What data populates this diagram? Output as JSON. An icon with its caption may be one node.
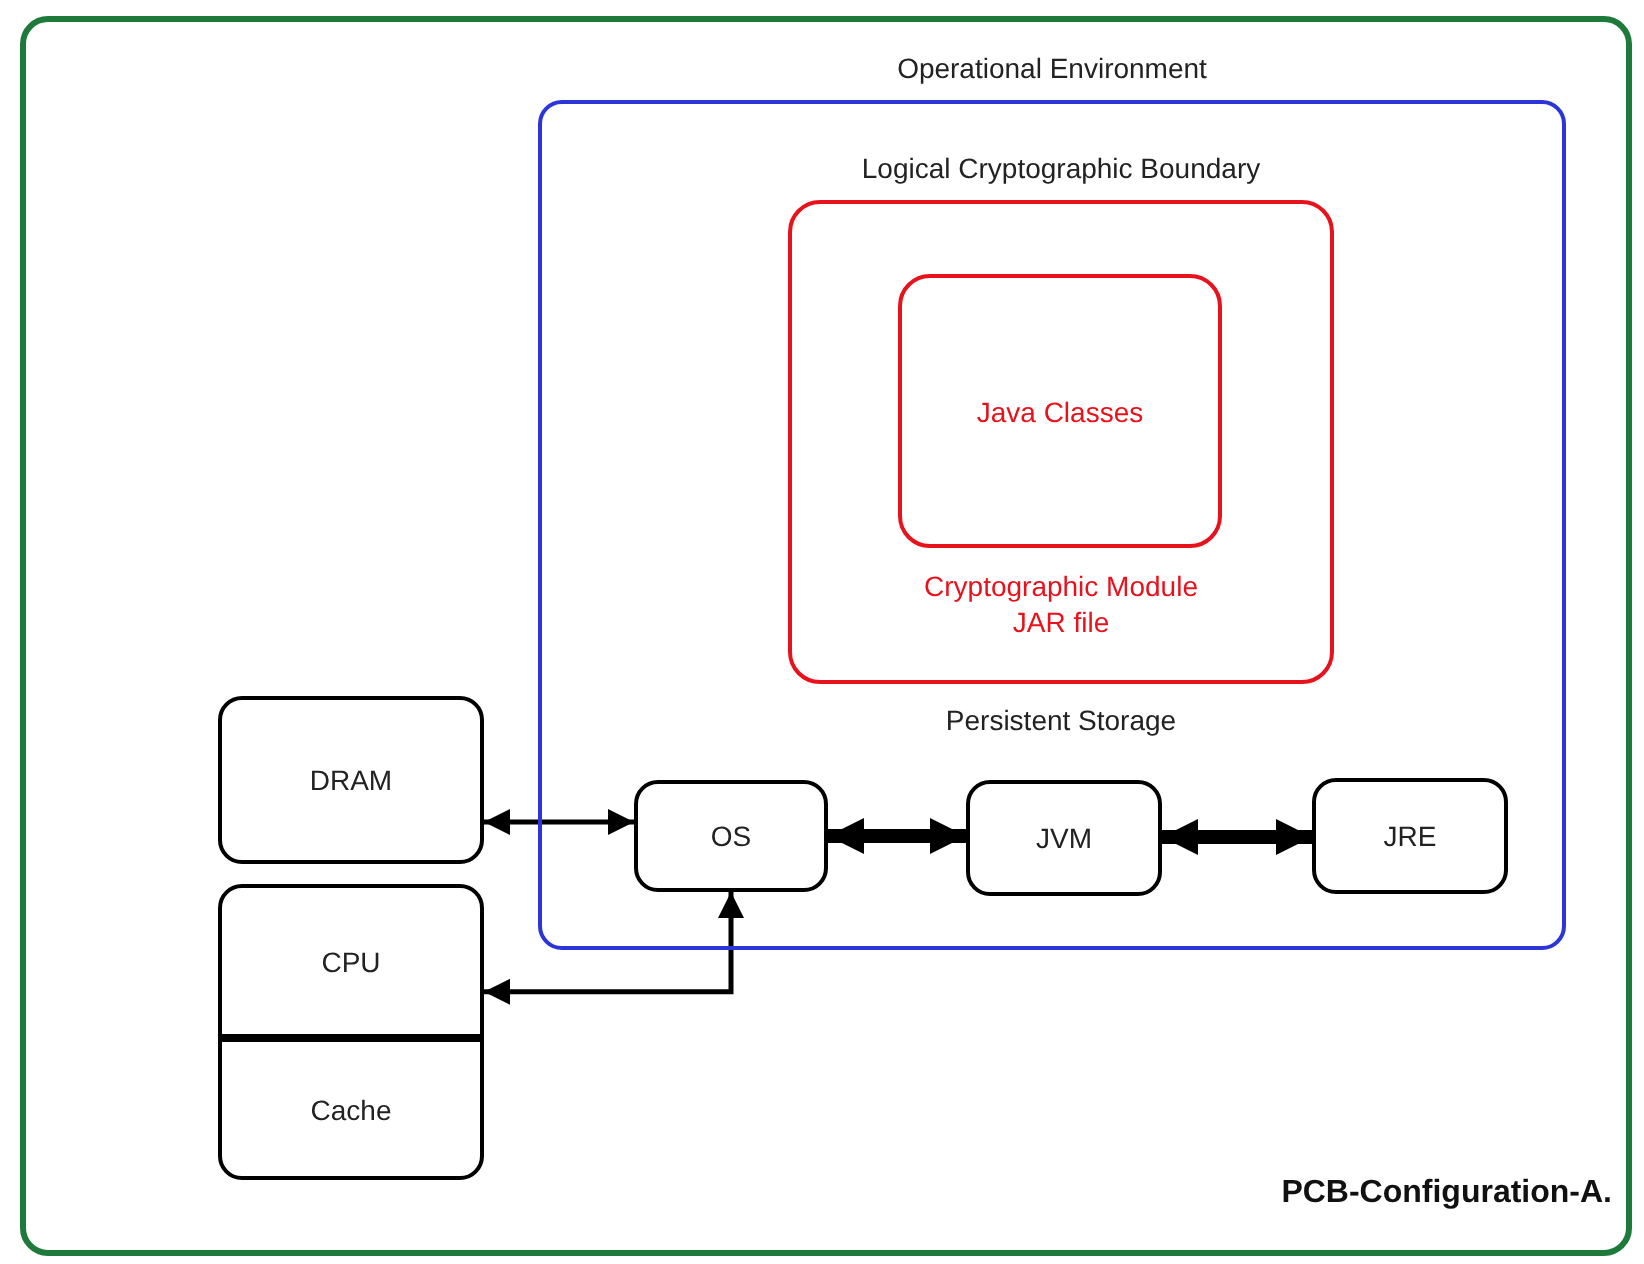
{
  "diagram": {
    "caption": "PCB-Configuration-A.",
    "nodes": [
      {
        "text": [
          "Operational Environment"
        ]
      },
      {
        "text": [
          "Logical Cryptographic Boundary",
          "Cryptographic Module JAR file"
        ],
        "in": 0,
        "beside": [
          "Persistent Storage"
        ]
      },
      {
        "text": [
          "Java Classes"
        ],
        "in": 1
      },
      {
        "text": [
          "DRAM"
        ]
      },
      {
        "text": [
          "CPU"
        ]
      },
      {
        "text": [
          "Cache"
        ]
      },
      {
        "text": [
          "OS"
        ],
        "in": 0
      },
      {
        "text": [
          "JVM"
        ],
        "in": 0
      },
      {
        "text": [
          "JRE"
        ],
        "in": 0
      }
    ],
    "edges": [
      {
        "from": 3,
        "to": 6,
        "arrow": "both"
      },
      {
        "from": 4,
        "to": 6,
        "arrow": "both"
      },
      {
        "from": 6,
        "to": 7,
        "arrow": "both",
        "style": "thick"
      },
      {
        "from": 7,
        "to": 8,
        "arrow": "both",
        "style": "thick"
      }
    ]
  }
}
